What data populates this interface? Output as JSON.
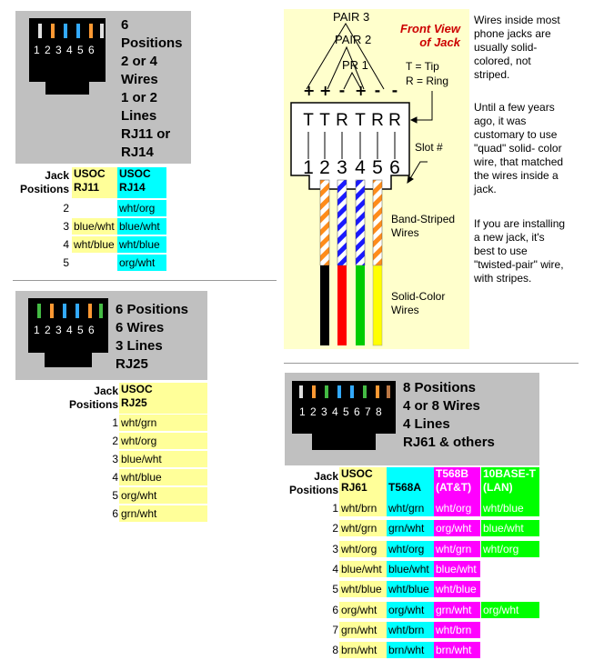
{
  "jack1": {
    "pins": [
      "1",
      "2",
      "3",
      "4",
      "5",
      "6"
    ],
    "lines": [
      "6",
      "Positions",
      "2 or 4",
      "Wires",
      "1 or 2",
      "Lines",
      "RJ11 or",
      "RJ14"
    ],
    "headers": [
      "Jack",
      "Positions",
      "USOC",
      "RJ11",
      "USOC",
      "RJ14"
    ],
    "rows": [
      {
        "n": "2",
        "a": "",
        "b": "wht/org"
      },
      {
        "n": "3",
        "a": "blue/wht",
        "b": "blue/wht"
      },
      {
        "n": "4",
        "a": "wht/blue",
        "b": "wht/blue"
      },
      {
        "n": "5",
        "a": "",
        "b": "org/wht"
      }
    ]
  },
  "jack2": {
    "pins": [
      "1",
      "2",
      "3",
      "4",
      "5",
      "6"
    ],
    "lines": [
      "6 Positions",
      "6 Wires",
      "3 Lines",
      "RJ25"
    ],
    "headers": [
      "Jack",
      "Positions",
      "USOC",
      "RJ25"
    ],
    "rows": [
      {
        "n": "1",
        "a": "wht/grn"
      },
      {
        "n": "2",
        "a": "wht/org"
      },
      {
        "n": "3",
        "a": "blue/wht"
      },
      {
        "n": "4",
        "a": "wht/blue"
      },
      {
        "n": "5",
        "a": "org/wht"
      },
      {
        "n": "6",
        "a": "grn/wht"
      }
    ]
  },
  "jack3": {
    "pins": [
      "1",
      "2",
      "3",
      "4",
      "5",
      "6",
      "7",
      "8"
    ],
    "lines": [
      "8 Positions",
      "4 or 8 Wires",
      "4 Lines",
      "RJ61 & others"
    ],
    "headers": [
      "Jack",
      "Positions",
      "USOC",
      "RJ61",
      "T568A",
      "T568B",
      "(AT&T)",
      "10BASE-T",
      "(LAN)"
    ],
    "rows": [
      {
        "n": "1",
        "a": "wht/brn",
        "b": "wht/grn",
        "c": "wht/org",
        "d": "wht/blue"
      },
      {
        "n": "2",
        "a": "wht/grn",
        "b": "grn/wht",
        "c": "org/wht",
        "d": "blue/wht"
      },
      {
        "n": "3",
        "a": "wht/org",
        "b": "wht/org",
        "c": "wht/grn",
        "d": "wht/org"
      },
      {
        "n": "4",
        "a": "blue/wht",
        "b": "blue/wht",
        "c": "blue/wht",
        "d": ""
      },
      {
        "n": "5",
        "a": "wht/blue",
        "b": "wht/blue",
        "c": "wht/blue",
        "d": ""
      },
      {
        "n": "6",
        "a": "org/wht",
        "b": "org/wht",
        "c": "grn/wht",
        "d": "org/wht"
      },
      {
        "n": "7",
        "a": "grn/wht",
        "b": "wht/brn",
        "c": "wht/brn",
        "d": ""
      },
      {
        "n": "8",
        "a": "brn/wht",
        "b": "brn/wht",
        "c": "brn/wht",
        "d": ""
      }
    ]
  },
  "diagram": {
    "pair3": "PAIR 3",
    "pair2": "PAIR 2",
    "pr1": "PR 1",
    "front_view_1": "Front View",
    "front_view_2": "of Jack",
    "tip": "T = Tip",
    "ring": "R = Ring",
    "signs": [
      "+",
      "+",
      "-",
      "+",
      "-",
      "-"
    ],
    "letters": [
      "T",
      "T",
      "R",
      "T",
      "R",
      "R"
    ],
    "slot_label": "Slot #",
    "slots": [
      "1",
      "2",
      "3",
      "4",
      "5",
      "6"
    ],
    "band_1": "Band-Striped",
    "band_2": "Wires",
    "solid_1": "Solid-Color",
    "solid_2": "Wires",
    "colors": {
      "orange": "#ff8c1a",
      "blue": "#1a1aff",
      "red": "#ff0000",
      "green": "#00cc00",
      "yellow": "#ffff00",
      "black": "#000000"
    }
  },
  "side_text": {
    "p1": [
      "Wires inside most",
      "phone jacks are",
      "usually solid-",
      "colored, not",
      "striped."
    ],
    "p2": [
      "Until a few years",
      "ago, it was",
      "customary to use",
      "\"quad\" solid- color",
      "wire, that matched",
      "the wires inside a",
      "jack."
    ],
    "p3": [
      "If you are installing",
      "a new jack, it's",
      "best to use",
      "\"twisted-pair\" wire,",
      "with stripes."
    ]
  },
  "palette": {
    "yellow": "#ffff99",
    "cyan": "#00ffff",
    "magenta": "#ff00ff",
    "green": "#00ff00",
    "gray": "#c0c0c0",
    "panel": "#ffffcc"
  }
}
